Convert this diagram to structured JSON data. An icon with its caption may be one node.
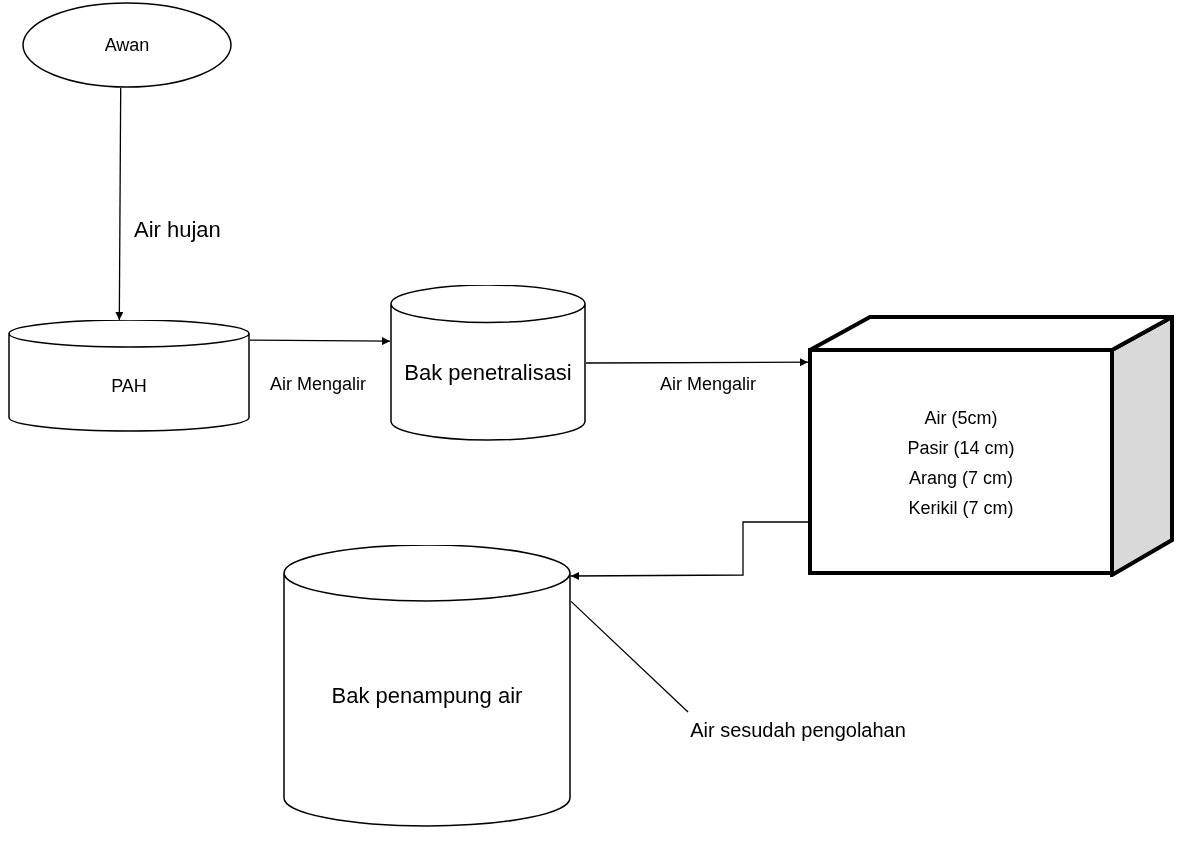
{
  "diagram": {
    "nodes": [
      {
        "text": [
          "Awan"
        ]
      },
      {
        "text": [
          "PAH"
        ]
      },
      {
        "text": [
          "Bak penetralisasi"
        ]
      },
      {
        "text": [
          "Air (5cm)",
          "Pasir (14 cm)",
          "Arang (7 cm)",
          "Kerikil (7 cm)"
        ]
      },
      {
        "text": [
          "Bak penampung air"
        ]
      },
      {
        "text": [
          "Air sesudah pengolahan"
        ]
      }
    ],
    "edges": [
      {
        "from": 0,
        "to": 1,
        "arrow": "to",
        "label": "Air hujan"
      },
      {
        "from": 1,
        "to": 2,
        "arrow": "to",
        "label": "Air Mengalir"
      },
      {
        "from": 2,
        "to": 3,
        "arrow": "to",
        "label": "Air Mengalir"
      },
      {
        "from": 3,
        "to": 4,
        "arrow": "to"
      },
      {
        "from": 5,
        "to": 4,
        "arrow": "none"
      }
    ]
  }
}
